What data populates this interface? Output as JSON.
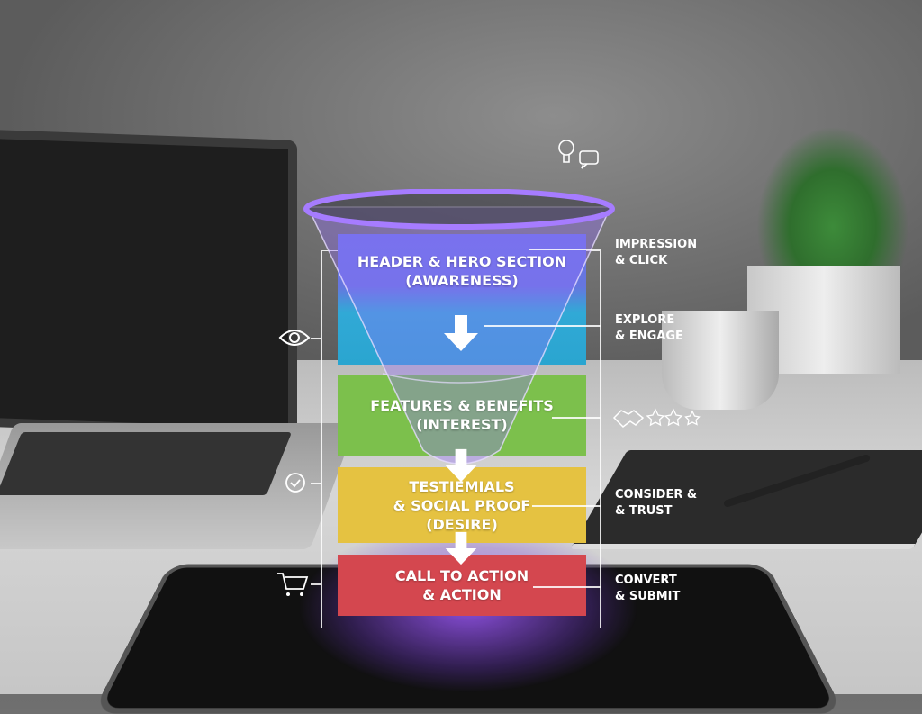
{
  "stages": [
    {
      "title": "HEADER & HERO SECTION\n(AWARENESS)",
      "color": "#6b74e6"
    },
    {
      "title": "FEATURES & BENEFITS\n(INTEREST)",
      "color": "#7cc04c"
    },
    {
      "title": "TESTIEMIALS\n& SOCIAL PROOF\n(DESIRE)",
      "color": "#e5c241"
    },
    {
      "title": "CALL TO ACTION\n& ACTION",
      "color": "#d4474f"
    }
  ],
  "labels": [
    {
      "text": "IMPRESSION\n& CLICK"
    },
    {
      "text": "EXPLORE\n& ENGAGE"
    },
    {
      "text": "CONSIDER &\n& TRUST"
    },
    {
      "text": "CONVERT\n& SUBMIT"
    }
  ],
  "icons": [
    "lightbulb-icon",
    "chat-bubble-icon",
    "eye-icon",
    "handshake-icon",
    "star-icon",
    "check-circle-icon",
    "shopping-cart-icon",
    "arrow-down-icon"
  ]
}
